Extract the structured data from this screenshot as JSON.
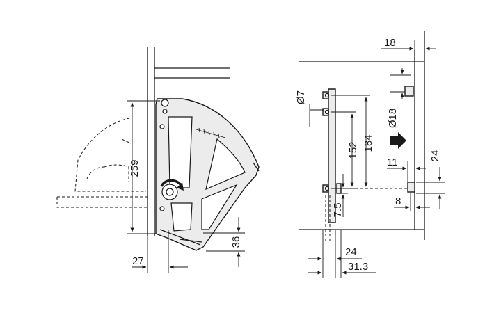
{
  "left_view": {
    "dimensions": {
      "height_259": "259",
      "offset_27": "27",
      "offset_36": "36"
    }
  },
  "right_view": {
    "dimensions": {
      "top_18": "18",
      "hole_dia_7": "Ø7",
      "hole_dia_18": "Ø18",
      "spacing_152": "152",
      "spacing_184": "184",
      "right_24": "24",
      "pin_11": "11",
      "pin_8": "8",
      "offset_7_5": "7.5",
      "bottom_24": "24",
      "bottom_31_3": "31.3"
    }
  }
}
